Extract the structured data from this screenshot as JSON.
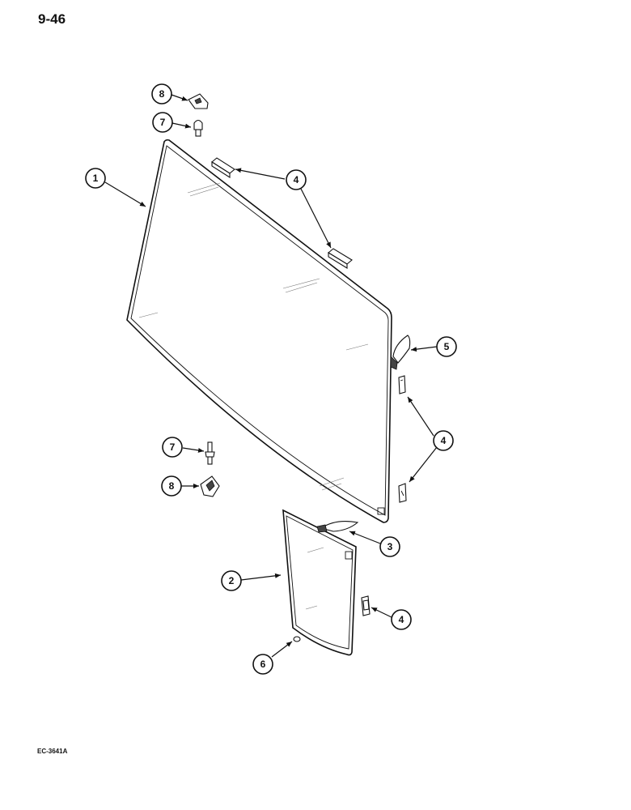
{
  "page": {
    "number": "9-46",
    "figure_code": "EC-3641A"
  },
  "callouts": [
    {
      "id": "c8-top",
      "label": "8"
    },
    {
      "id": "c7-top",
      "label": "7"
    },
    {
      "id": "c1",
      "label": "1"
    },
    {
      "id": "c4-top",
      "label": "4"
    },
    {
      "id": "c5",
      "label": "5"
    },
    {
      "id": "c4-right",
      "label": "4"
    },
    {
      "id": "c7-mid",
      "label": "7"
    },
    {
      "id": "c8-mid",
      "label": "8"
    },
    {
      "id": "c3",
      "label": "3"
    },
    {
      "id": "c2",
      "label": "2"
    },
    {
      "id": "c4-bottom",
      "label": "4"
    },
    {
      "id": "c6",
      "label": "6"
    }
  ]
}
